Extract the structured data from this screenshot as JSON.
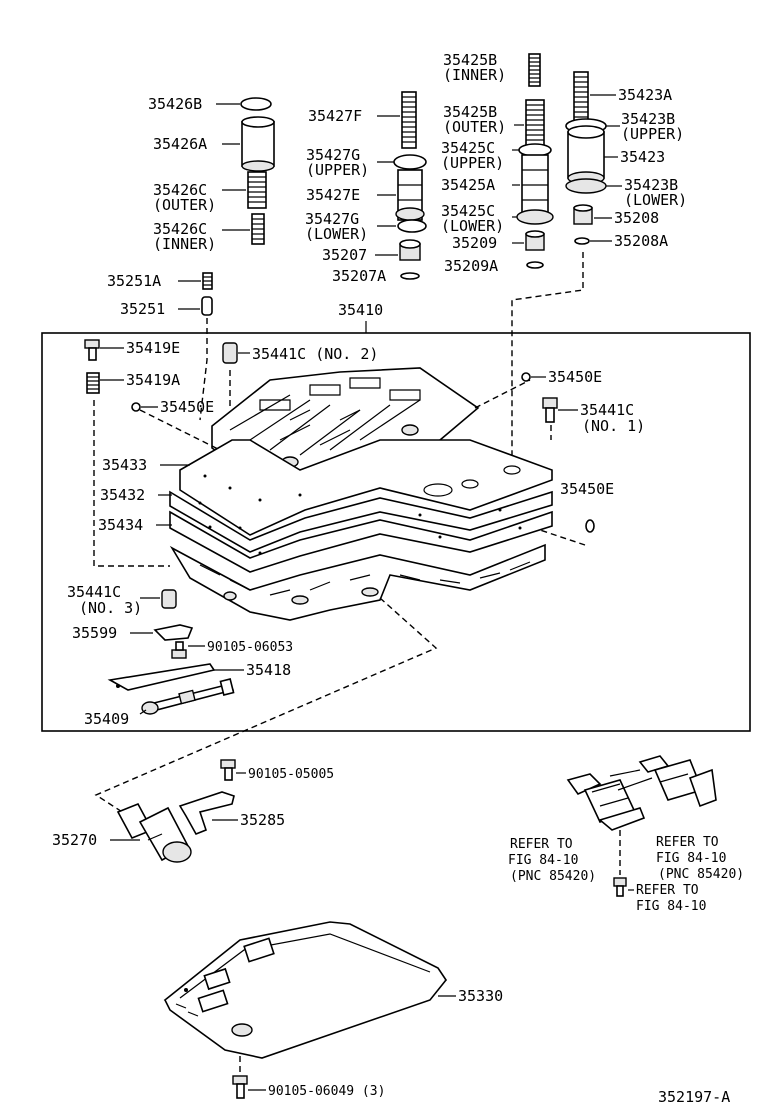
{
  "drawing_id": "352197-A",
  "assembly": "35410",
  "labels": {
    "p35425B_inner": [
      "35425B",
      "(INNER)"
    ],
    "p35423A": "35423A",
    "p35426B": "35426B",
    "p35427F": "35427F",
    "p35425B_outer": [
      "35425B",
      "(OUTER)"
    ],
    "p35423B_upper": [
      "35423B",
      "(UPPER)"
    ],
    "p35426A": "35426A",
    "p35427G_upper": [
      "35427G",
      "(UPPER)"
    ],
    "p35425C_upper": [
      "35425C",
      "(UPPER)"
    ],
    "p35423": "35423",
    "p35427E": "35427E",
    "p35425A": "35425A",
    "p35423B_lower": [
      "35423B",
      "(LOWER)"
    ],
    "p35426C_outer": [
      "35426C",
      "(OUTER)"
    ],
    "p35427G_lower": [
      "35427G",
      "(LOWER)"
    ],
    "p35425C_lower": [
      "35425C",
      "(LOWER)"
    ],
    "p35208": "35208",
    "p35426C_inner": [
      "35426C",
      "(INNER)"
    ],
    "p35207": "35207",
    "p35209": "35209",
    "p35208A": "35208A",
    "p35207A": "35207A",
    "p35209A": "35209A",
    "p35251A": "35251A",
    "p35251": "35251",
    "p35419E": "35419E",
    "p35441C_no2": "35441C (NO. 2)",
    "p35419A": "35419A",
    "p35450E_a": "35450E",
    "p35450E_b": "35450E",
    "p35441C_no1": [
      "35441C",
      "(NO. 1)"
    ],
    "p35433": "35433",
    "p35432": "35432",
    "p35450E_c": "35450E",
    "p35434": "35434",
    "p35441C_no3": [
      "35441C",
      "(NO. 3)"
    ],
    "p35599": "35599",
    "p90105_06053": "90105-06053",
    "p35418": "35418",
    "p35409": "35409",
    "p90105_05005": "90105-05005",
    "p35285": "35285",
    "p35270": "35270",
    "refer_a": [
      "REFER TO",
      "FIG 84-10",
      "(PNC 85420)"
    ],
    "refer_b": [
      "REFER TO",
      "FIG 84-10",
      "(PNC 85420)"
    ],
    "refer_c": [
      "REFER TO",
      "FIG 84-10"
    ],
    "p35330": "35330",
    "p90105_06049": "90105-06049 (3)"
  }
}
